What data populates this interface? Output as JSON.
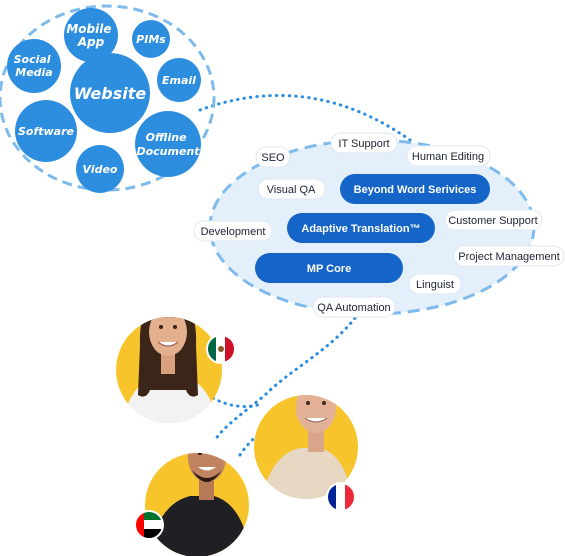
{
  "channels": {
    "center": "Website",
    "items": [
      {
        "lines": [
          "Mobile",
          "App"
        ]
      },
      {
        "lines": [
          "PIMs"
        ]
      },
      {
        "lines": [
          "Social",
          "Media"
        ]
      },
      {
        "lines": [
          "Email"
        ]
      },
      {
        "lines": [
          "Software"
        ]
      },
      {
        "lines": [
          "Offline",
          "Document"
        ]
      },
      {
        "lines": [
          "Video"
        ]
      }
    ]
  },
  "services": {
    "primary": [
      "Beyond Word Serivices",
      "Adaptive Translation™",
      "MP Core"
    ],
    "tags": [
      "IT Support",
      "SEO",
      "Human Editing",
      "Visual QA",
      "Customer Support",
      "Development",
      "Project Management",
      "Linguist",
      "QA Automation"
    ]
  },
  "people": [
    {
      "flag": "mexico-flag"
    },
    {
      "flag": "france-flag"
    },
    {
      "flag": "uae-flag"
    }
  ],
  "colors": {
    "bubble": "#2d8ee0",
    "primary_button": "#1565c8",
    "oval_fill": "#e3f0fc",
    "dashed": "#7ebbec",
    "accent_yellow": "#f7c52b"
  }
}
